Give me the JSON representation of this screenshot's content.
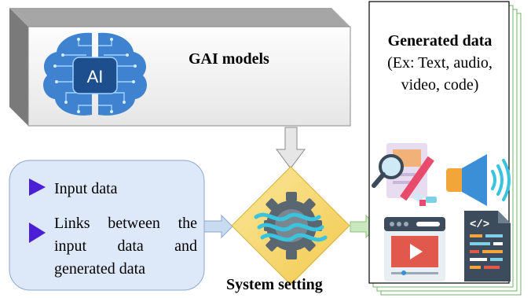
{
  "gai_models": {
    "label": "GAI models",
    "icon": "ai-brain-icon",
    "text": "AI"
  },
  "generated_data": {
    "title": "Generated data",
    "description": "(Ex: Text, audio, video, code)",
    "icons": [
      "document-edit-icon",
      "speaker-icon",
      "video-player-icon",
      "code-file-icon"
    ]
  },
  "inputs": {
    "input_data_label": "Input data",
    "links_label": "Links between the input data and generated data"
  },
  "system_setting": {
    "label": "System setting",
    "icon": "gear-icon"
  },
  "colors": {
    "box_gray": "#e8e8e8",
    "input_panel": "#dde8f8",
    "bullet_purple": "#4a1fd6",
    "diamond": "#f7d86b",
    "arrow_green": "#c9e8c0",
    "arrow_blue": "#c9dcef"
  }
}
